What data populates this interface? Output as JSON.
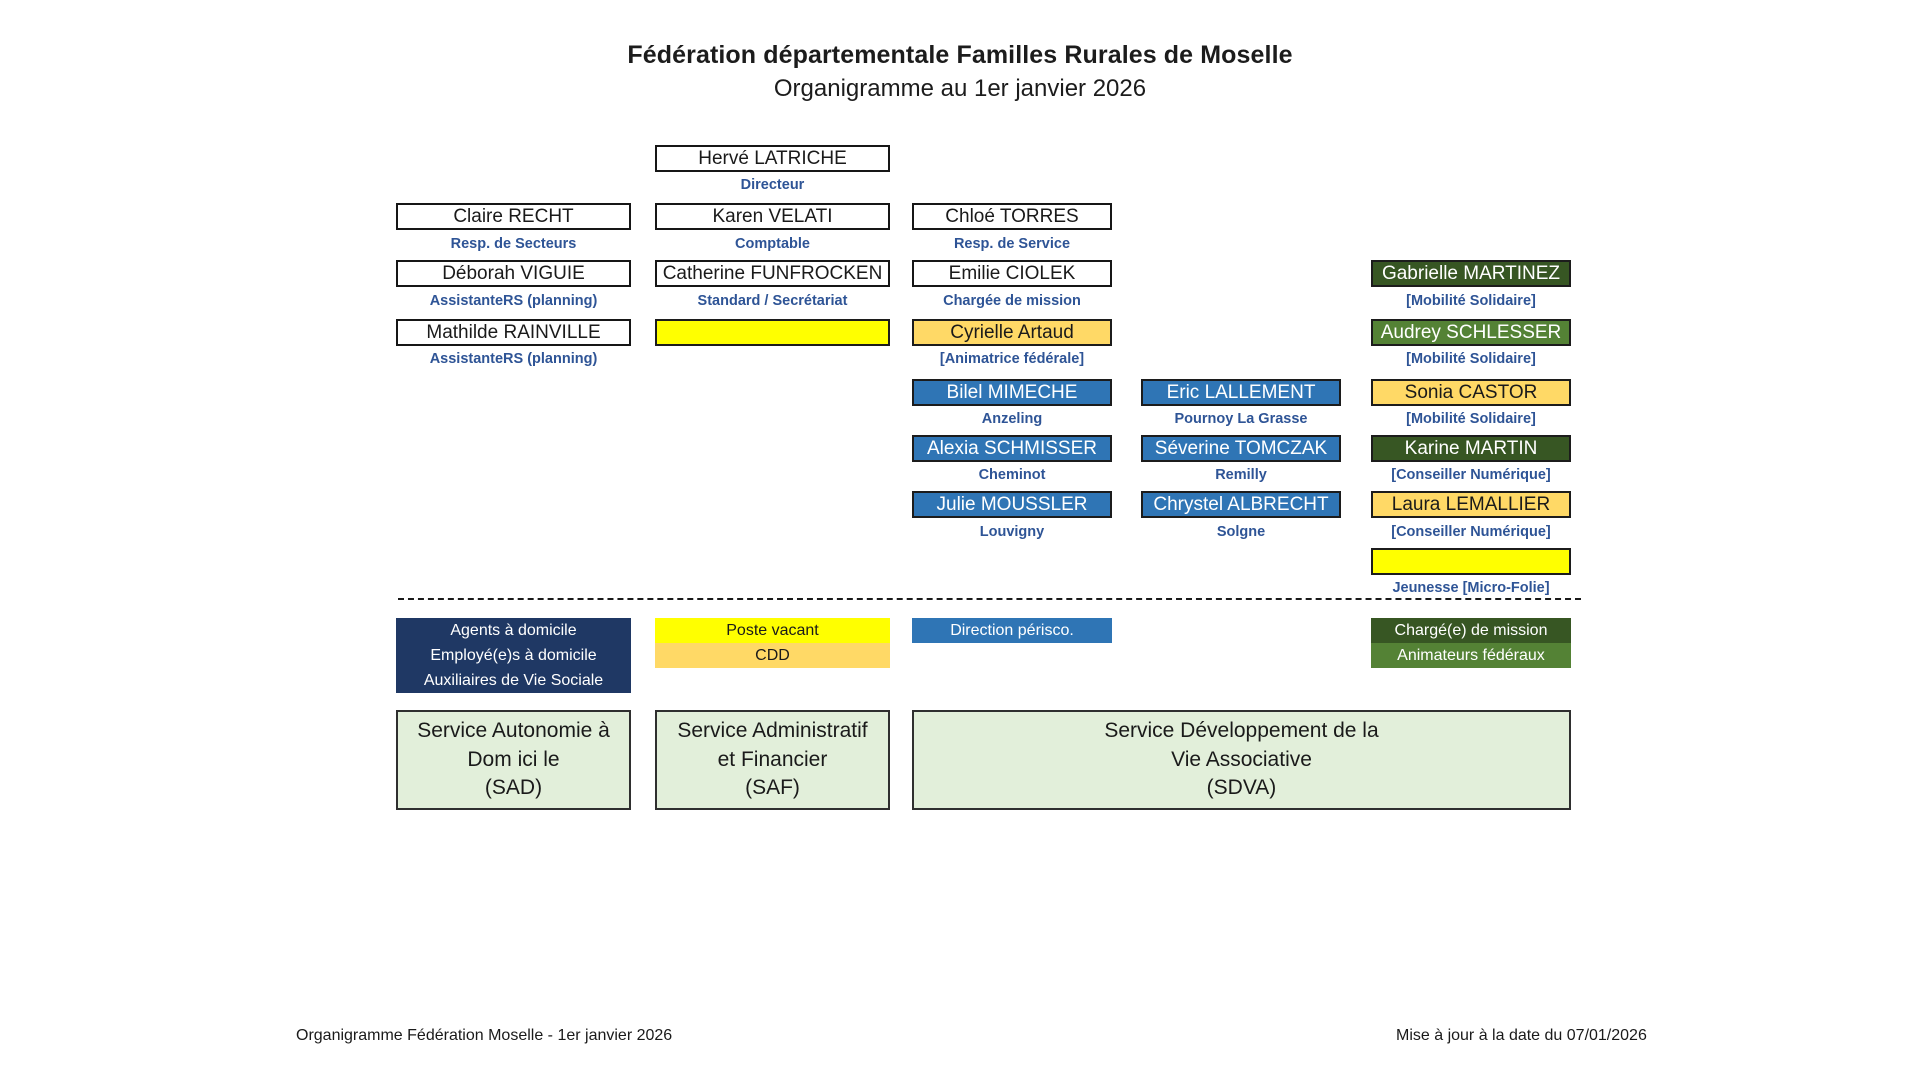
{
  "title": {
    "line1": "Fédération départementale Familles Rurales de Moselle",
    "line2": "Organigramme au 1er janvier 2026"
  },
  "nodes": {
    "director": {
      "name": "Hervé LATRICHE",
      "role": "Directeur"
    },
    "col1": [
      {
        "name": "Claire RECHT",
        "role": "Resp. de Secteurs"
      },
      {
        "name": "Déborah VIGUIE",
        "role": "AssistanteRS (planning)"
      },
      {
        "name": "Mathilde RAINVILLE",
        "role": "AssistanteRS (planning)"
      }
    ],
    "col2": [
      {
        "name": "Karen VELATI",
        "role": "Comptable"
      },
      {
        "name": "Catherine FUNFROCKEN",
        "role": "Standard / Secrétariat"
      },
      {
        "name": "",
        "role": ""
      }
    ],
    "col3": [
      {
        "name": "Chloé TORRES",
        "role": "Resp. de Service"
      },
      {
        "name": "Emilie CIOLEK",
        "role": "Chargée de mission"
      },
      {
        "name": "Cyrielle Artaud",
        "role": "[Animatrice fédérale]"
      },
      {
        "name": "Bilel MIMECHE",
        "role": "Anzeling"
      },
      {
        "name": "Alexia SCHMISSER",
        "role": "Cheminot"
      },
      {
        "name": "Julie MOUSSLER",
        "role": "Louvigny"
      }
    ],
    "col4": [
      {
        "name": "Eric LALLEMENT",
        "role": "Pournoy La Grasse"
      },
      {
        "name": "Séverine TOMCZAK",
        "role": "Remilly"
      },
      {
        "name": "Chrystel ALBRECHT",
        "role": "Solgne"
      }
    ],
    "col5": [
      {
        "name": "Gabrielle MARTINEZ",
        "role": "[Mobilité Solidaire]"
      },
      {
        "name": "Audrey SCHLESSER",
        "role": "[Mobilité Solidaire]"
      },
      {
        "name": "Sonia CASTOR",
        "role": "[Mobilité Solidaire]"
      },
      {
        "name": "Karine MARTIN",
        "role": "[Conseiller Numérique]"
      },
      {
        "name": "Laura LEMALLIER",
        "role": "[Conseiller Numérique]"
      },
      {
        "name": "",
        "role": "Jeunesse [Micro-Folie]"
      }
    ]
  },
  "legend": {
    "sad": [
      "Agents à domicile",
      "Employé(e)s à domicile",
      "Auxiliaires de Vie Sociale"
    ],
    "saf": [
      "Poste vacant",
      "CDD"
    ],
    "sdva_left": [
      "Direction périsco."
    ],
    "sdva_right": [
      "Chargé(e) de mission",
      "Animateurs fédéraux"
    ]
  },
  "services": {
    "sad": "Service Autonomie à\nDom ici le\n(SAD)",
    "saf": "Service Administratif\net Financier\n(SAF)",
    "sdva": "Service Développement de la\nVie Associative\n(SDVA)"
  },
  "footer": {
    "left": "Organigramme Fédération Moselle - 1er janvier 2026",
    "right": "Mise à jour à la date du 07/01/2026"
  },
  "colors": {
    "blue": "#2f75b5",
    "dark_green": "#375623",
    "green": "#548235",
    "orange": "#ffd966",
    "yellow": "#ffff00",
    "navy": "#1f3864",
    "service_green": "#e2efda",
    "role_text": "#2e5496"
  }
}
